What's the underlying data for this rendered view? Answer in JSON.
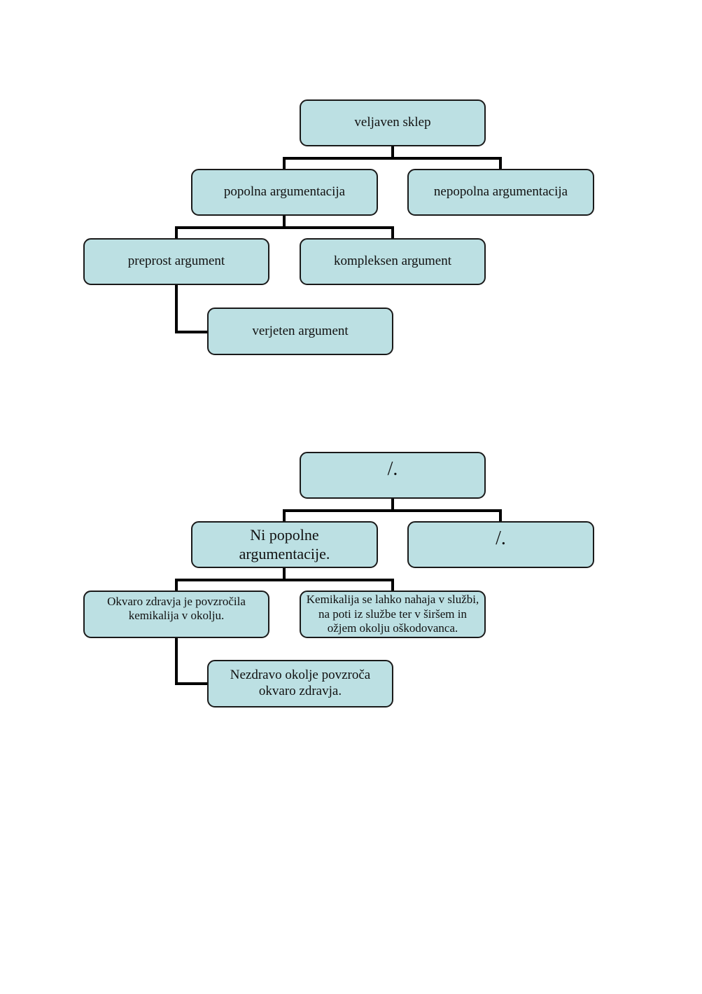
{
  "diagram1": {
    "root": "veljaven sklep",
    "left": "popolna argumentacija",
    "right": "nepopolna argumentacija",
    "left_child_1": "preprost argument",
    "left_child_2": "kompleksen argument",
    "left_grandchild": "verjeten argument"
  },
  "diagram2": {
    "root": "/.",
    "left": "Ni popolne argumentacije.",
    "right": "/.",
    "left_child_1": "Okvaro zdravja je povzročila kemikalija v okolju.",
    "left_child_2": "Kemikalija se lahko nahaja v službi, na poti iz službe ter v širšem in ožjem okolju oškodovanca.",
    "left_grandchild": "Nezdravo okolje povzroča okvaro zdravja."
  },
  "colors": {
    "node_fill": "#bce0e3",
    "node_border": "#1a1a1a",
    "connector": "#000000"
  }
}
